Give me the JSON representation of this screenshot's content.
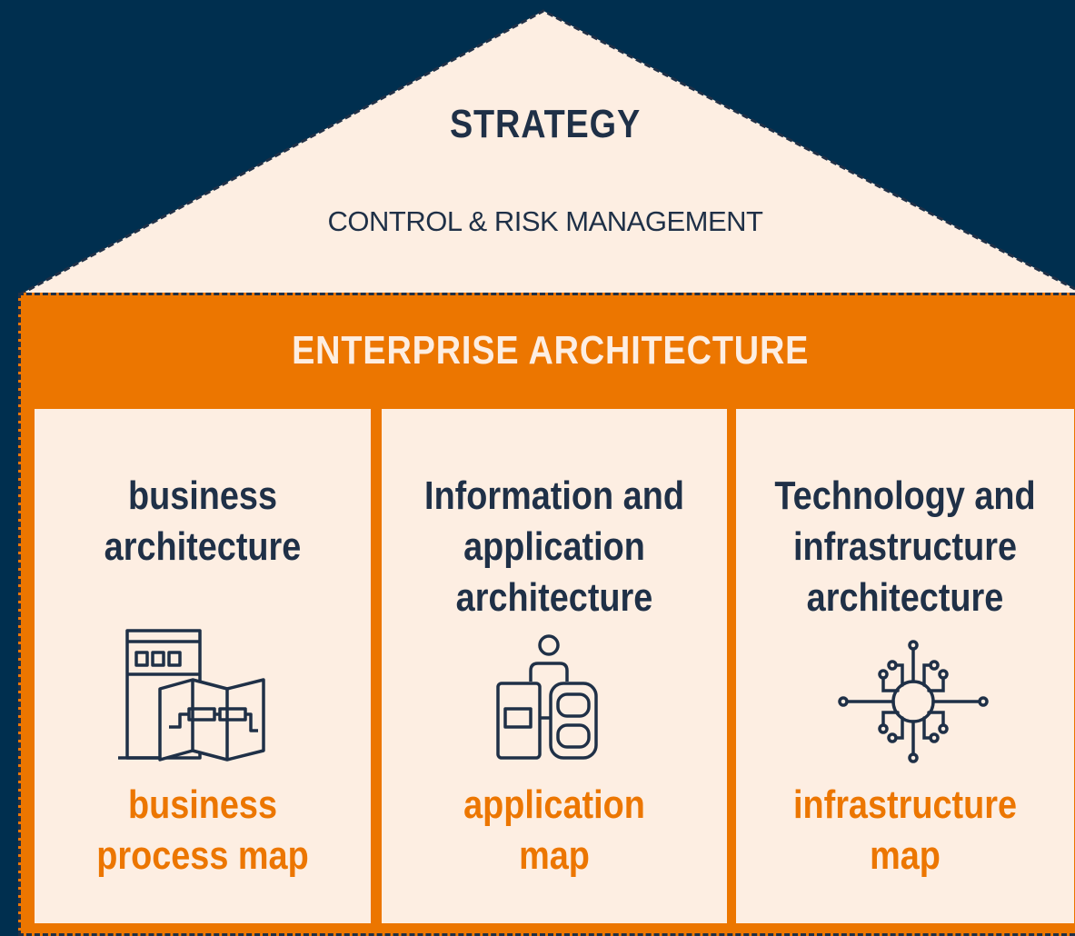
{
  "roof": {
    "title": "STRATEGY",
    "subtitle": "CONTROL & RISK MANAGEMENT"
  },
  "enterprise": {
    "title": "ENTERPRISE ARCHITECTURE",
    "columns": [
      {
        "title_lines": [
          "business",
          "architecture"
        ],
        "icon": "building-map-icon",
        "sub_lines": [
          "business",
          "process map"
        ]
      },
      {
        "title_lines": [
          "Information and",
          "application",
          "architecture"
        ],
        "icon": "person-application-icon",
        "sub_lines": [
          "application",
          "map"
        ]
      },
      {
        "title_lines": [
          "Technology and",
          "infrastructure",
          "architecture"
        ],
        "icon": "circuit-chip-icon",
        "sub_lines": [
          "infrastructure",
          "map"
        ]
      }
    ]
  },
  "colors": {
    "background": "#002f4f",
    "orange": "#ec7600",
    "cream": "#fdeee2",
    "navy": "#1f3047"
  }
}
